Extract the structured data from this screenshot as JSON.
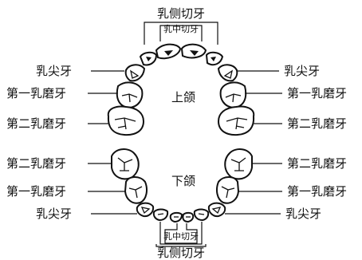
{
  "labels": {
    "upper_lateral_incisor": "乳侧切牙",
    "upper_central_incisor": "乳中切牙",
    "upper_jaw": "上颌",
    "lower_jaw": "下颌",
    "lower_central_incisor": "乳中切牙",
    "lower_lateral_incisor": "乳侧切牙",
    "upper_left_canine": "乳尖牙",
    "upper_left_first_molar": "第一乳磨牙",
    "upper_left_second_molar": "第二乳磨牙",
    "upper_right_canine": "乳尖牙",
    "upper_right_first_molar": "第一乳磨牙",
    "upper_right_second_molar": "第二乳磨牙",
    "lower_left_second_molar": "第二乳磨牙",
    "lower_left_first_molar": "第一乳磨牙",
    "lower_left_canine": "乳尖牙",
    "lower_right_second_molar": "第二乳磨牙",
    "lower_right_first_molar": "第一乳磨牙",
    "lower_right_canine": "乳尖牙"
  }
}
